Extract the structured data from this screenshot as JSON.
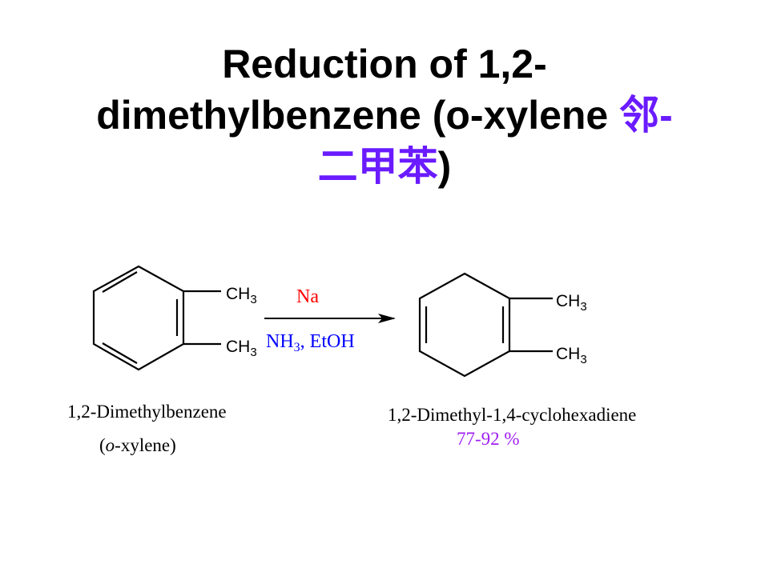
{
  "title": {
    "line1": "Reduction of 1,2-",
    "line2_text": "dimethylbenzene (o-xylene ",
    "line2_cjk": "邻-",
    "line3_cjk": "二甲苯",
    "line3_text": ")"
  },
  "reactant": {
    "name": "1,2-Dimethylbenzene",
    "alias_open": "(",
    "alias_o": "o",
    "alias_rest": "-xylene)"
  },
  "product": {
    "name": "1,2-Dimethyl-1,4-cyclohexadiene",
    "yield": "77-92 %"
  },
  "reagents": {
    "top": "Na",
    "bottom_nh": "NH",
    "bottom_sub": "3",
    "bottom_rest": ",  EtOH"
  },
  "groups": {
    "ch": "CH",
    "sub": "3"
  },
  "colors": {
    "cjk": "#6a1bff",
    "reagent_top": "#ff0000",
    "reagent_bottom": "#0000ff",
    "yield": "#a020f0"
  }
}
